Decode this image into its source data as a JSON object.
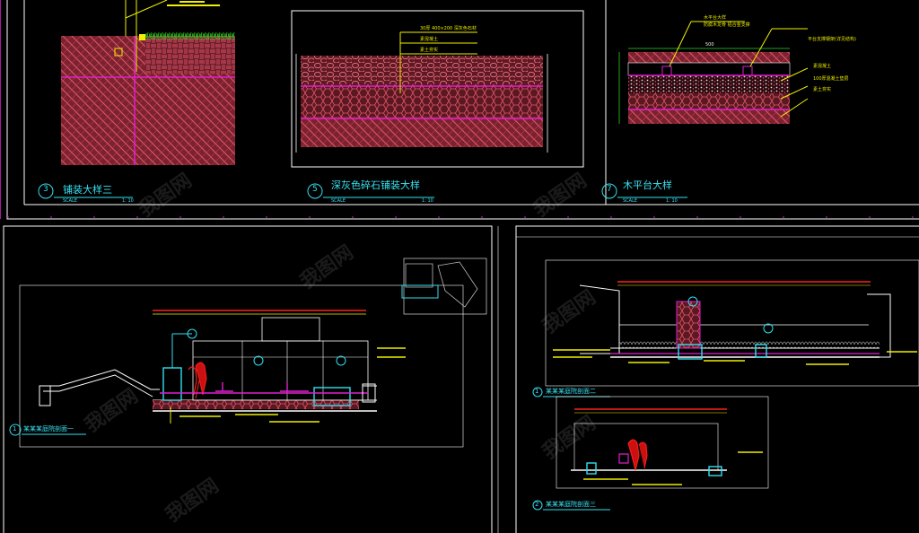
{
  "panels": {
    "paving3": {
      "number": "3",
      "title": "铺装大样三",
      "scale_label": "SCALE",
      "scale_value": "1: 10"
    },
    "paving5": {
      "number": "5",
      "title": "深灰色碎石铺装大样",
      "scale_label": "SCALE",
      "scale_value": "1: 10"
    },
    "deck7": {
      "number": "7",
      "title": "木平台大样",
      "scale_label": "SCALE",
      "scale_value": "1: 10",
      "dim_500": "500",
      "notes_top": [
        "木平台大样",
        "防腐木龙骨  铝合金支撑"
      ],
      "notes_right": [
        "平台支撑钢架(详见结构)",
        "素混凝土",
        "100厚混凝土垫层",
        "素土夯实"
      ]
    },
    "paving5_notes": [
      "30厚 400×200 深灰色石材",
      "素混凝土",
      "素土夯实"
    ],
    "section1": {
      "number": "1",
      "title": "某某某庭院剖面一"
    },
    "section2": {
      "number": "1",
      "title": "某某某庭院剖面二"
    },
    "section3": {
      "number": "2",
      "title": "某某某庭院剖面三"
    }
  },
  "watermark": "我图网",
  "colors": {
    "background": "#000000",
    "brick": "#d24a5a",
    "magenta": "#e020d0",
    "cyan": "#30e0f0",
    "yellow": "#f0f000",
    "green": "#30d020",
    "red": "#ff2020",
    "white": "#ffffff"
  }
}
